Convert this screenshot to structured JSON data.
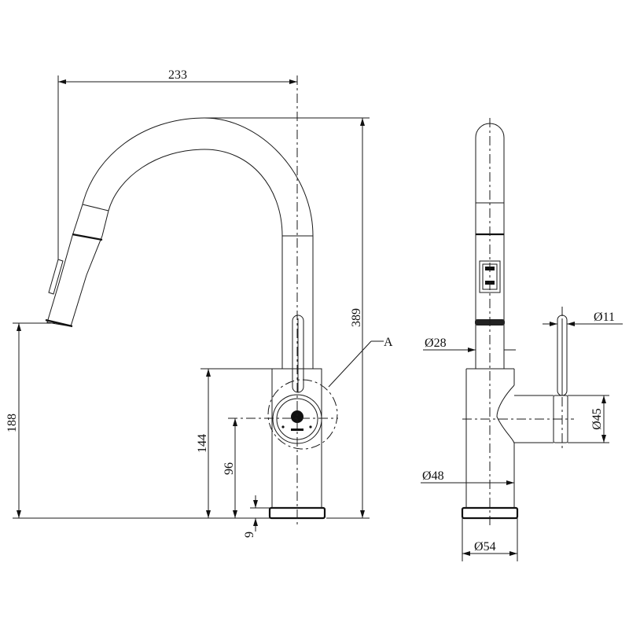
{
  "dimensions": {
    "width_233": "233",
    "height_389": "389",
    "height_188": "188",
    "height_144": "144",
    "height_96": "96",
    "height_9": "9",
    "callout_a": "A",
    "dia_28": "28",
    "dia_48": "48",
    "dia_54": "54",
    "dia_11": "11",
    "dia_45": "45"
  },
  "symbols": {
    "diameter": "Ø"
  },
  "colors": {
    "line": "#1a1a1a",
    "background": "#ffffff"
  }
}
